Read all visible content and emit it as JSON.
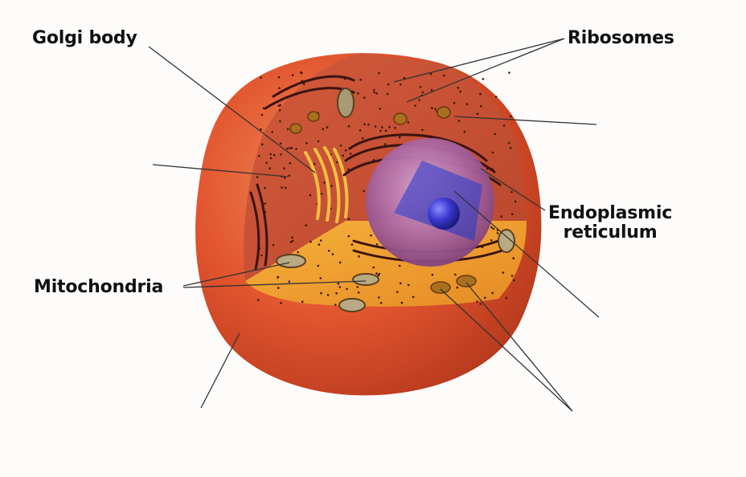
{
  "labels": {
    "golgi": "Golgi body",
    "ribosomes": "Ribosomes",
    "er_line1": "Endoplasmic",
    "er_line2": "reticulum",
    "mitochondria": "Mitochondria"
  },
  "colors": {
    "membrane": "#e2552e",
    "cytoplasm": "#c95638",
    "cut_face": "#f0a030",
    "nucleus": "#a8639e",
    "nucleolus": "#2a2aa8",
    "leader_line": "#333333"
  }
}
